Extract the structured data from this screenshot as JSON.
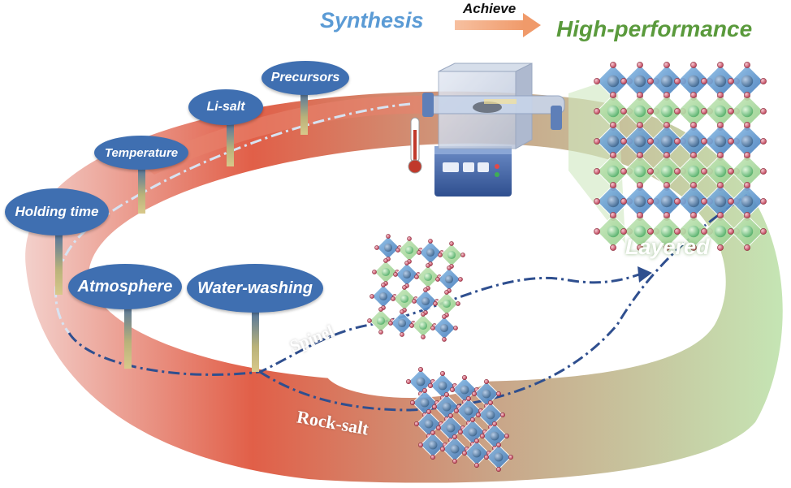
{
  "header": {
    "synthesis": "Synthesis",
    "achieve": "Achieve",
    "high_performance": "High-performance"
  },
  "parameters": [
    "Precursors",
    "Li-salt",
    "Temperature",
    "Holding time",
    "Atmosphere",
    "Water-washing"
  ],
  "phases": {
    "spinel": "Spinel",
    "rock_salt": "Rock-salt",
    "layered": "Layered"
  },
  "colors": {
    "synthesis_text": "#5b9bd5",
    "high_performance_text": "#5a9a3c",
    "bubble": "#3f6fb1",
    "ring_red": "#e06a52",
    "ring_green": "#b7dba0",
    "arrow": "#f2a679",
    "path": "#2f4f8f"
  },
  "icons": [
    "tube-furnace-icon",
    "thermometer-icon",
    "crystal-structure-icon"
  ]
}
